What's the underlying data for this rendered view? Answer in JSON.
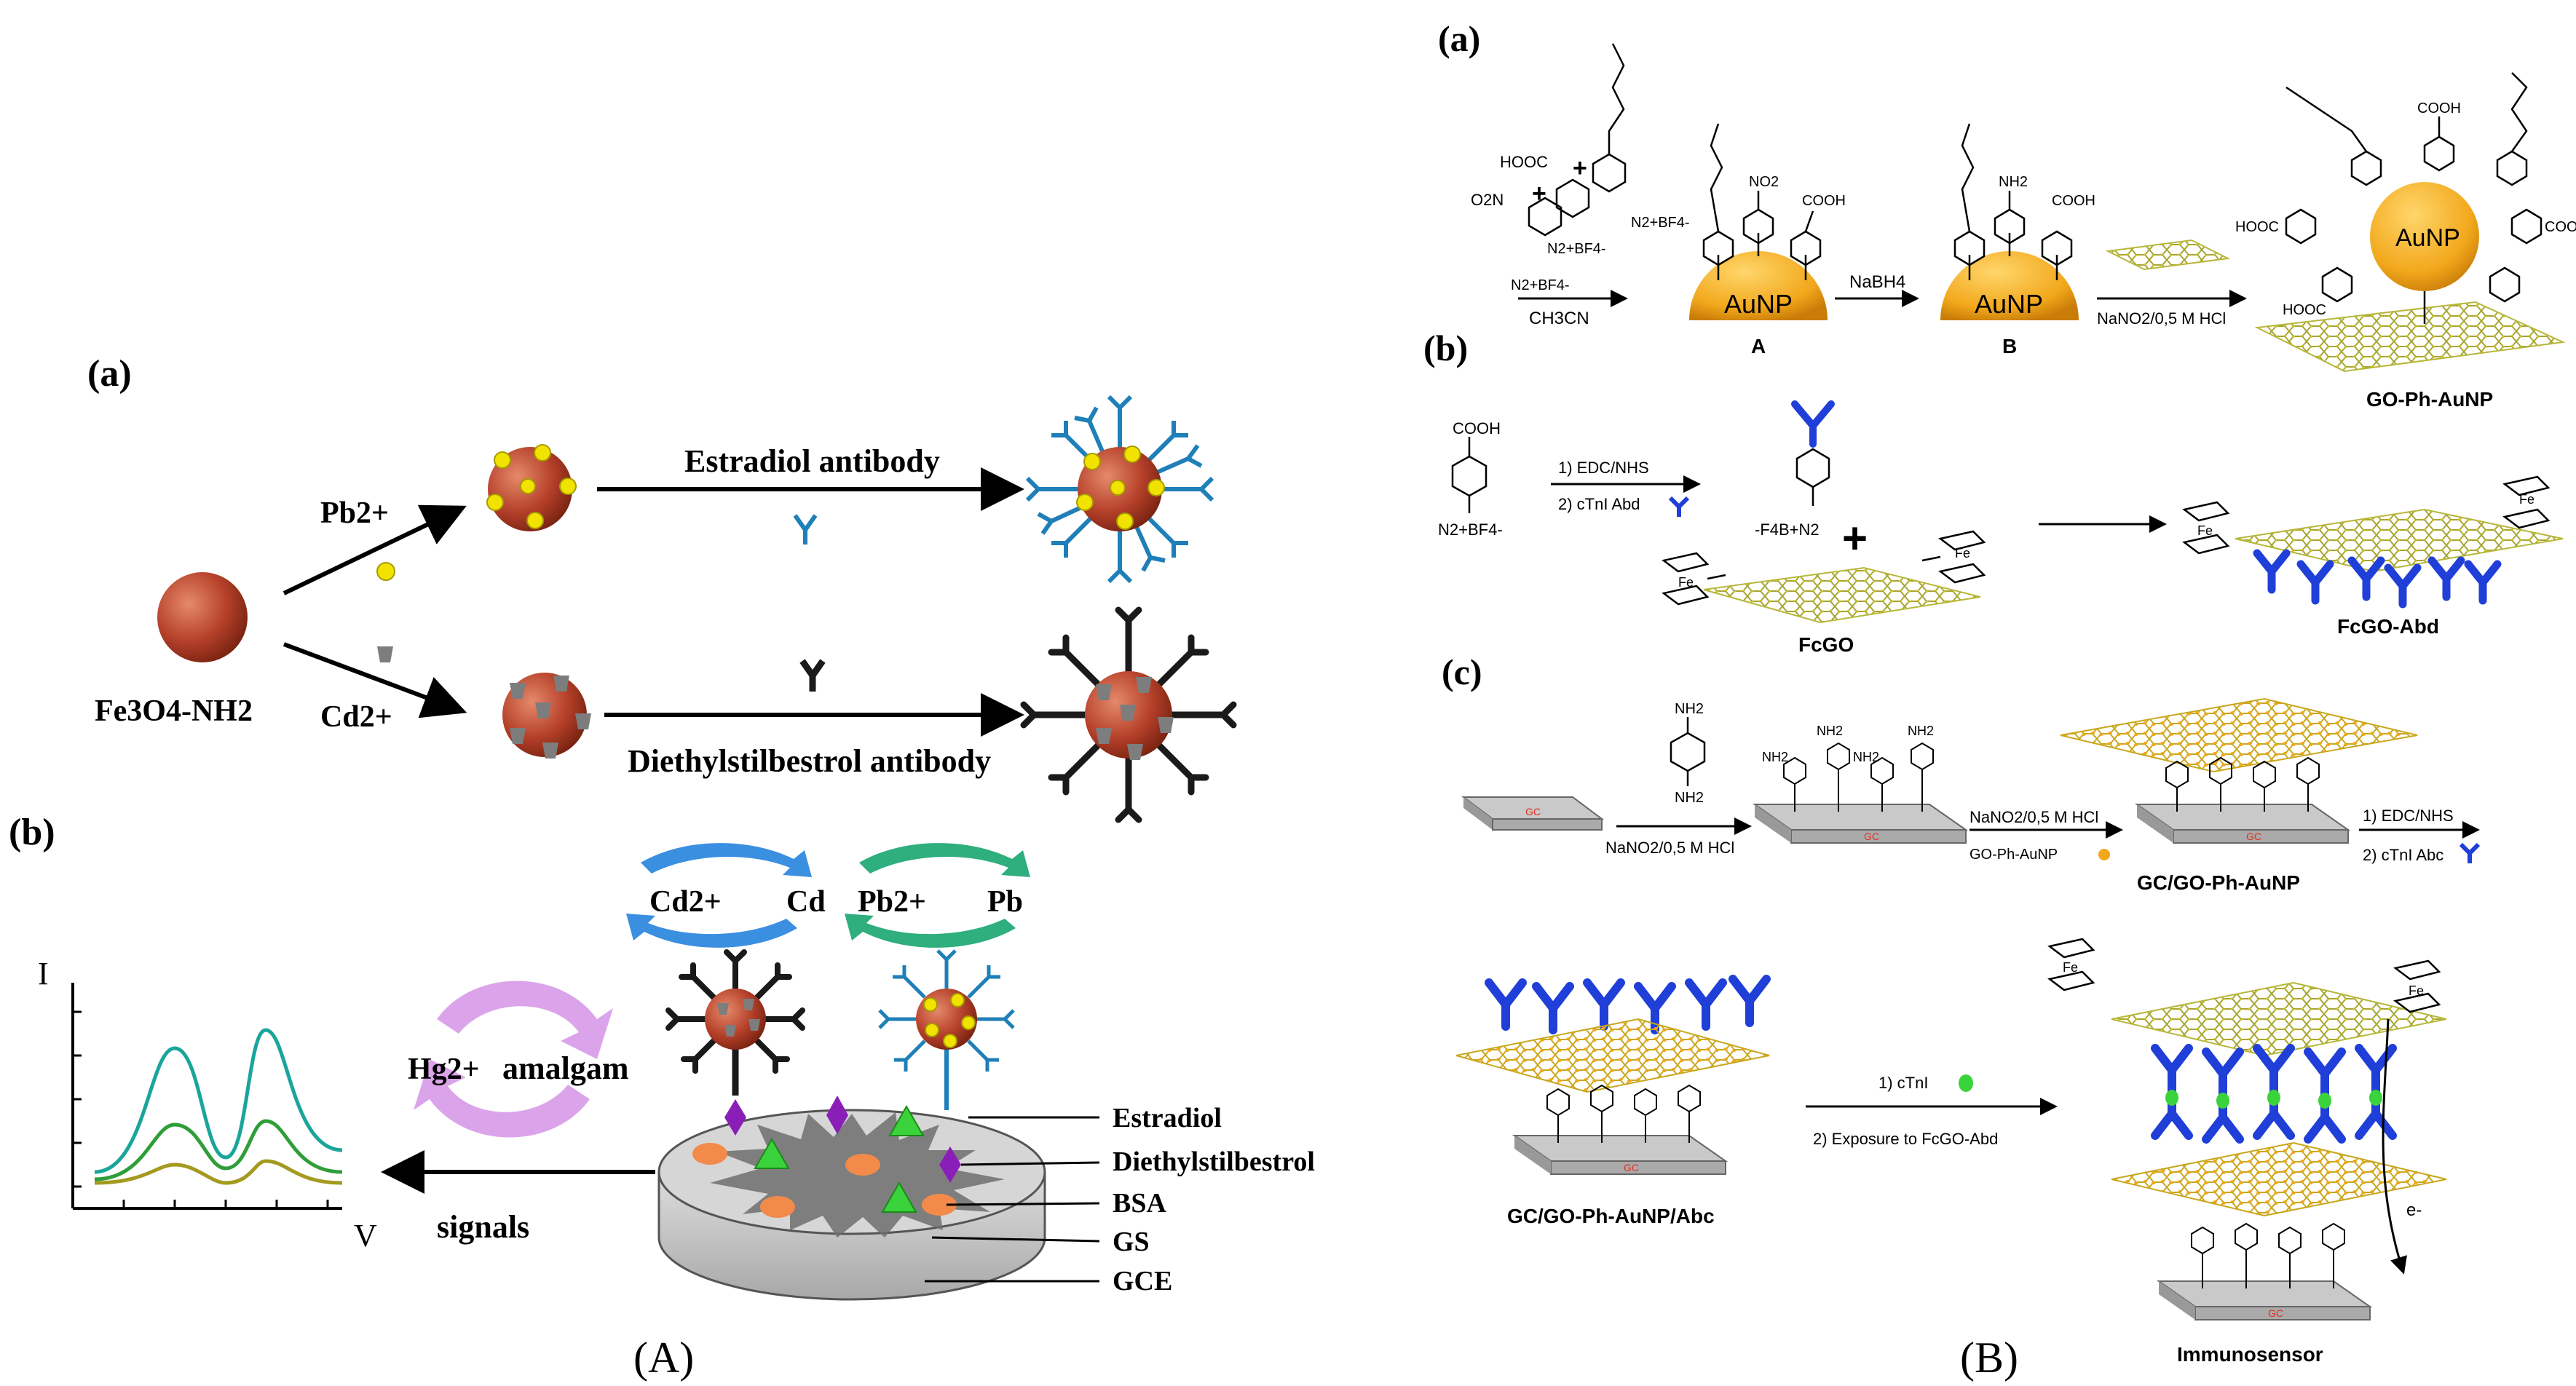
{
  "colors": {
    "particle": "#b5402a",
    "particle_light": "#e07a5a",
    "yellow_ion": "#f2e200",
    "gray_ion": "#7d7d7d",
    "estradiol_ab": "#1f7fb8",
    "desb_ab": "#1a1a1a",
    "blue_arrow": "#3b8fe0",
    "green_arrow": "#2fae7e",
    "violet_arrow": "#d79ae8",
    "curve_teal": "#1aa59a",
    "curve_green": "#2f9e3a",
    "curve_olive": "#a49a20",
    "gold": "#f2a81c",
    "graphene": "#b7b73a",
    "ab_blue": "#1f3fd8",
    "ctni_green": "#3bd33b",
    "gc_red": "#e03020"
  },
  "panelA": {
    "label_a": "(a)",
    "label_b": "(b)",
    "caption": "(A)",
    "fe3o4_label": "Fe3O4-NH2",
    "pb_label": "Pb2+",
    "cd_label": "Cd2+",
    "estradiol_antibody": "Estradiol antibody",
    "desb_antibody": "Diethylstilbestrol antibody",
    "cd_ion": "Cd2+",
    "cd_metal": "Cd",
    "pb_ion": "Pb2+",
    "pb_metal": "Pb",
    "hg_label": "Hg2+",
    "amalgam": "amalgam",
    "signals": "signals",
    "axis_i": "I",
    "axis_v": "V",
    "legend": [
      "Estradiol",
      "Diethylstilbestrol",
      "BSA",
      "GS",
      "GCE"
    ]
  },
  "panelB": {
    "label_a": "(a)",
    "label_b": "(b)",
    "label_c": "(c)",
    "caption": "(B)",
    "hooc_top": "HOOC",
    "no2_left": "O2N",
    "n2bf4_a": "N2+BF4-",
    "n2bf4_b": "N2+BF4-",
    "n2bf4_c": "N2+BF4-",
    "solvent": "CH3CN",
    "no2": "NO2",
    "cooh": "COOH",
    "aunp": "AuNP",
    "label_A": "A",
    "label_B": "B",
    "nabh4": "NaBH4",
    "nh2": "NH2",
    "nano2_hcl": "NaNO2/0,5 M HCl",
    "hooc_r": "HOOC",
    "go_ph_aunp": "GO-Ph-AuNP",
    "cooh_b": "COOH",
    "n2bf4_b2": "N2+BF4-",
    "edc_nhs": "1) EDC/NHS",
    "ctni_abd": "2) cTnI Abd",
    "f4b_n2": "-F4B+N2",
    "plus": "+",
    "fe": "Fe",
    "fcgo": "FcGO",
    "fcgo_abd": "FcGO-Abd",
    "nh2_c": "NH2",
    "gc": "GC",
    "nano2_hcl_c": "NaNO2/0,5 M HCl",
    "nano2_hcl_c2": "NaNO2/0,5 M HCl",
    "go_ph_aunp_c": "GO-Ph-AuNP",
    "gc_go_ph_aunp": "GC/GO-Ph-AuNP",
    "edc_nhs_c": "1) EDC/NHS",
    "ctni_abc": "2)  cTnI Abc",
    "ctni": "1) cTnI",
    "exposure": "2)  Exposure to FcGO-Abd",
    "gc_go_abc": "GC/GO-Ph-AuNP/Abc",
    "immunosensor": "Immunosensor",
    "electron": "e-"
  }
}
